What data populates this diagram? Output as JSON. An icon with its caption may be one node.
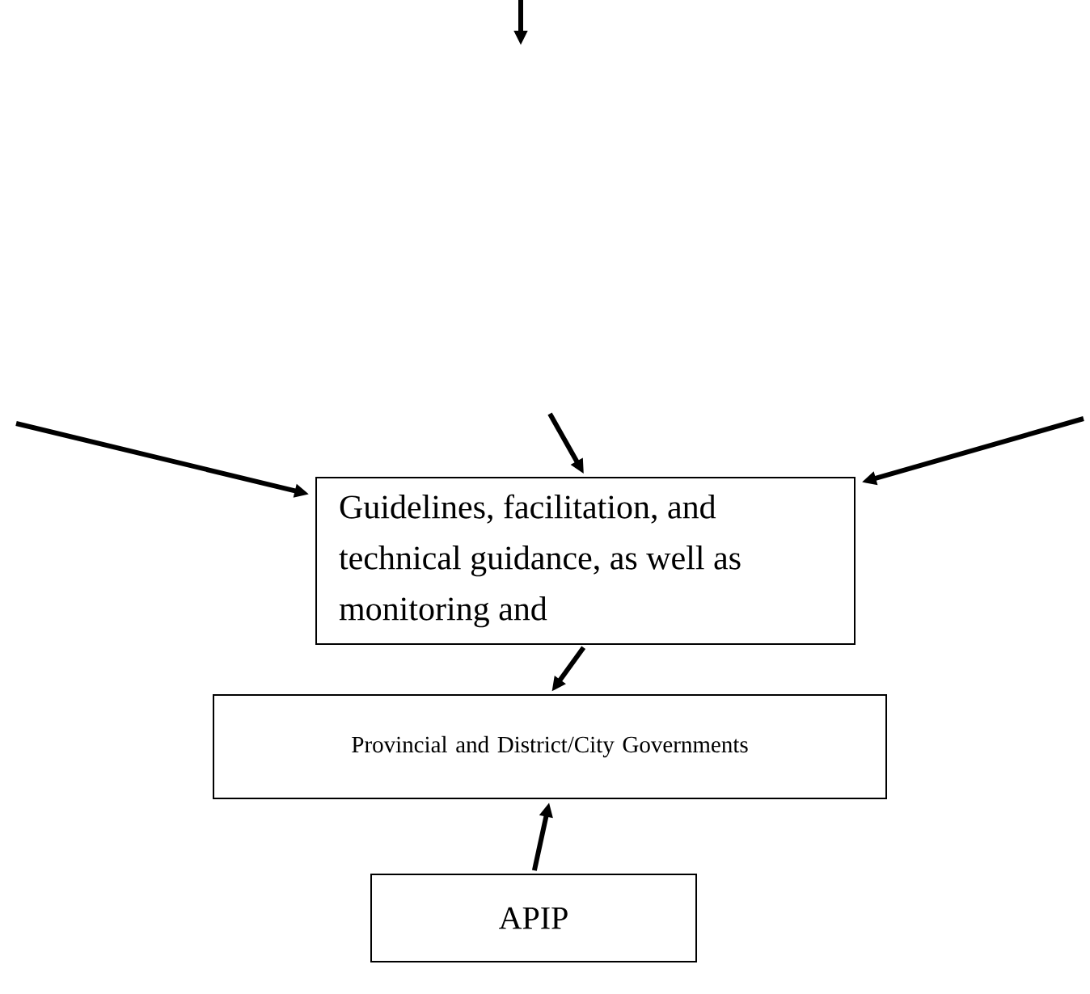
{
  "diagram": {
    "nodes": [
      {
        "text": [
          "Guidelines, facilitation, and technical guidance, as well as monitoring and"
        ]
      },
      {
        "text": [
          "Provincial and District/City Governments"
        ]
      },
      {
        "text": [
          "APIP"
        ]
      }
    ],
    "edges": [
      {
        "from": null,
        "to": 0,
        "arrow": "to"
      },
      {
        "from": null,
        "to": 0,
        "arrow": "to"
      },
      {
        "from": null,
        "to": 0,
        "arrow": "to"
      },
      {
        "from": 0,
        "to": 1,
        "arrow": "to"
      },
      {
        "from": 2,
        "to": 1,
        "arrow": "to"
      }
    ]
  }
}
